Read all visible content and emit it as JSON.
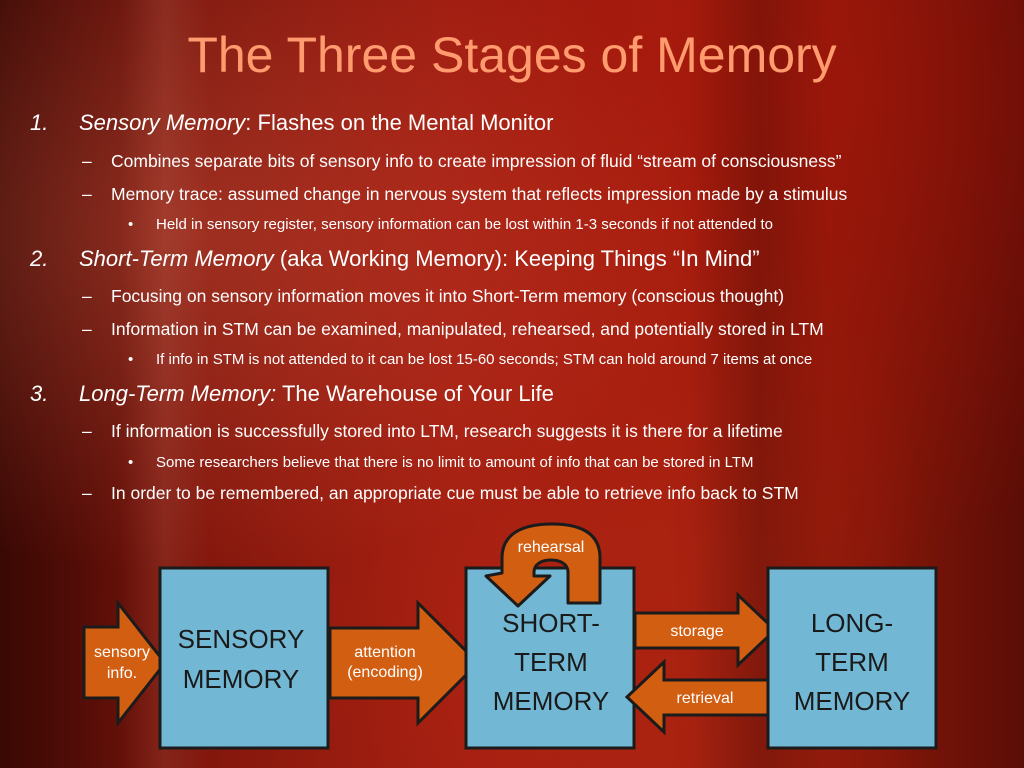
{
  "slide": {
    "title": "The Three Stages of Memory",
    "outline": [
      {
        "number": "1.",
        "term": "Sensory Memory",
        "rest": ": Flashes on the Mental Monitor",
        "points": [
          {
            "text": "Combines separate bits of sensory info to create impression of fluid “stream of consciousness”",
            "sub": []
          },
          {
            "text": "Memory trace: assumed change in nervous system that reflects impression made by a stimulus",
            "sub": [
              "Held in sensory register, sensory information can be lost within 1-3 seconds if not attended to"
            ]
          }
        ]
      },
      {
        "number": "2.",
        "term": "Short-Term Memory",
        "rest": " (aka Working Memory): Keeping Things “In Mind”",
        "points": [
          {
            "text": "Focusing on sensory information moves it into Short-Term memory (conscious thought)",
            "sub": []
          },
          {
            "text": "Information in STM can be examined, manipulated, rehearsed, and potentially stored in LTM",
            "sub": [
              "If info in STM is not attended to it can be lost 15-60 seconds; STM can hold around 7 items at once"
            ]
          }
        ]
      },
      {
        "number": "3.",
        "term": "Long-Term Memory:",
        "rest": " The Warehouse of Your Life",
        "points": [
          {
            "text": "If information is successfully stored into LTM, research suggests it is there for a lifetime",
            "sub": [
              "Some researchers believe that there is no limit to amount of info that can be stored in LTM"
            ]
          },
          {
            "text": "In order to be remembered, an appropriate cue must be able to retrieve info back to STM",
            "sub": []
          }
        ]
      }
    ],
    "dash": "–",
    "bullet": "•"
  },
  "diagram": {
    "boxes": {
      "sensory": [
        "SENSORY",
        "MEMORY"
      ],
      "short_term": [
        "SHORT-",
        "TERM",
        "MEMORY"
      ],
      "long_term": [
        "LONG-",
        "TERM",
        "MEMORY"
      ]
    },
    "arrows": {
      "sensory_info": [
        "sensory",
        "info."
      ],
      "attention": [
        "attention",
        "(encoding)"
      ],
      "rehearsal": "rehearsal",
      "storage": "storage",
      "retrieval": "retrieval"
    },
    "colors": {
      "box_fill": "#72b7d3",
      "arrow_fill": "#d25e12",
      "stroke": "#1b1b1b",
      "title": "#ff9b6e"
    }
  }
}
